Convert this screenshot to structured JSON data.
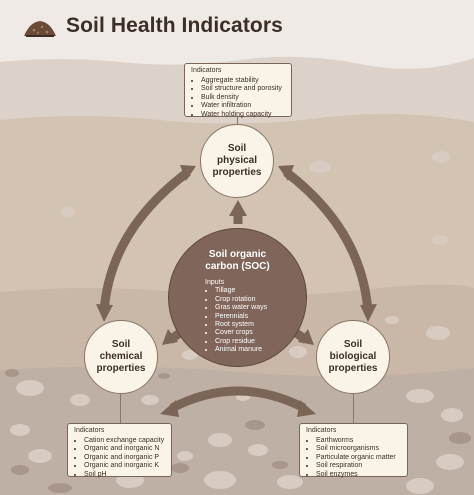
{
  "title": "Soil Health Indicators",
  "icons": {
    "logo": "soil-mound-icon"
  },
  "colors": {
    "title": "#3b2e26",
    "arrow": "#7a6557",
    "center_fill": "#80655a",
    "circle_fill": "#faf4e8"
  },
  "center": {
    "title": "Soil organic\ncarbon (SOC)",
    "inputs_label": "Inputs",
    "inputs": [
      "Tillage",
      "Crop rotation",
      "Gras water ways",
      "Perennials",
      "Root system",
      "Cover crops",
      "Crop residue",
      "Animal manure"
    ]
  },
  "nodes": {
    "physical": {
      "label": "Soil\nphysical\nproperties",
      "indicators_label": "Indicators",
      "indicators": [
        "Aggregate stability",
        "Soil structure and porosity",
        "Bulk density",
        "Water infiltration",
        "Water holding capacity"
      ]
    },
    "chemical": {
      "label": "Soil\nchemical\nproperties",
      "indicators_label": "Indicators",
      "indicators": [
        "Cation exchange capacity",
        "Organic and inorganic N",
        "Organic and inorganic P",
        "Organic and inorganic K",
        "Soil pH"
      ]
    },
    "biological": {
      "label": "Soil\nbiological\nproperties",
      "indicators_label": "Indicators",
      "indicators": [
        "Earthworms",
        "Soil microorganisms",
        "Particulate organic matter",
        "Soil respiration",
        "Soil enzymes"
      ]
    }
  }
}
